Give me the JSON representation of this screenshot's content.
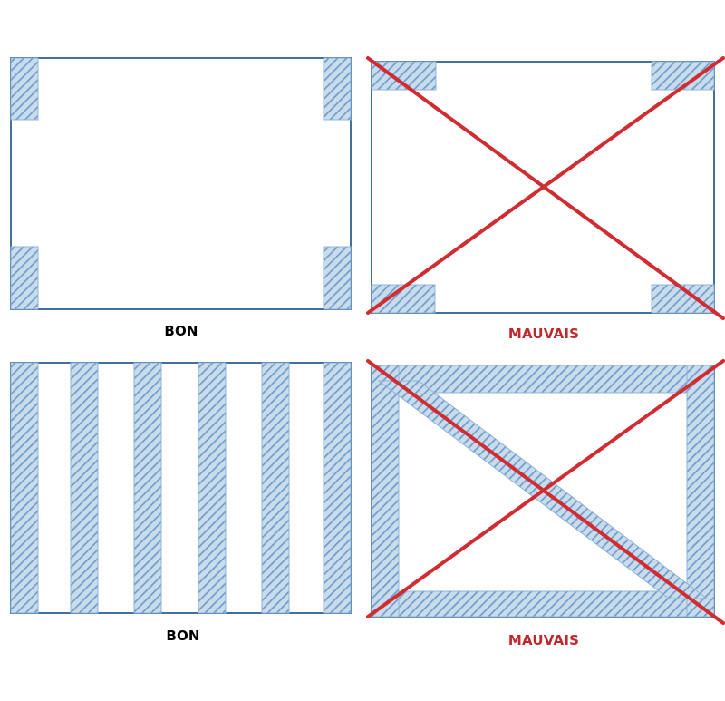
{
  "colors": {
    "frame": "#41719c",
    "hatch_bg": "#c9dceb",
    "hatch_line": "#6f9ccc",
    "cross": "#d02c32",
    "good_text": "#000000",
    "bad_text": "#c0282d"
  },
  "panels": [
    {
      "id": "corners-good",
      "verdict": "good",
      "caption": "BON"
    },
    {
      "id": "corners-bad",
      "verdict": "bad",
      "caption": "MAUVAIS"
    },
    {
      "id": "stripes-good",
      "verdict": "good",
      "caption": "BON"
    },
    {
      "id": "frame-bad",
      "verdict": "bad",
      "caption": "MAUVAIS"
    }
  ]
}
